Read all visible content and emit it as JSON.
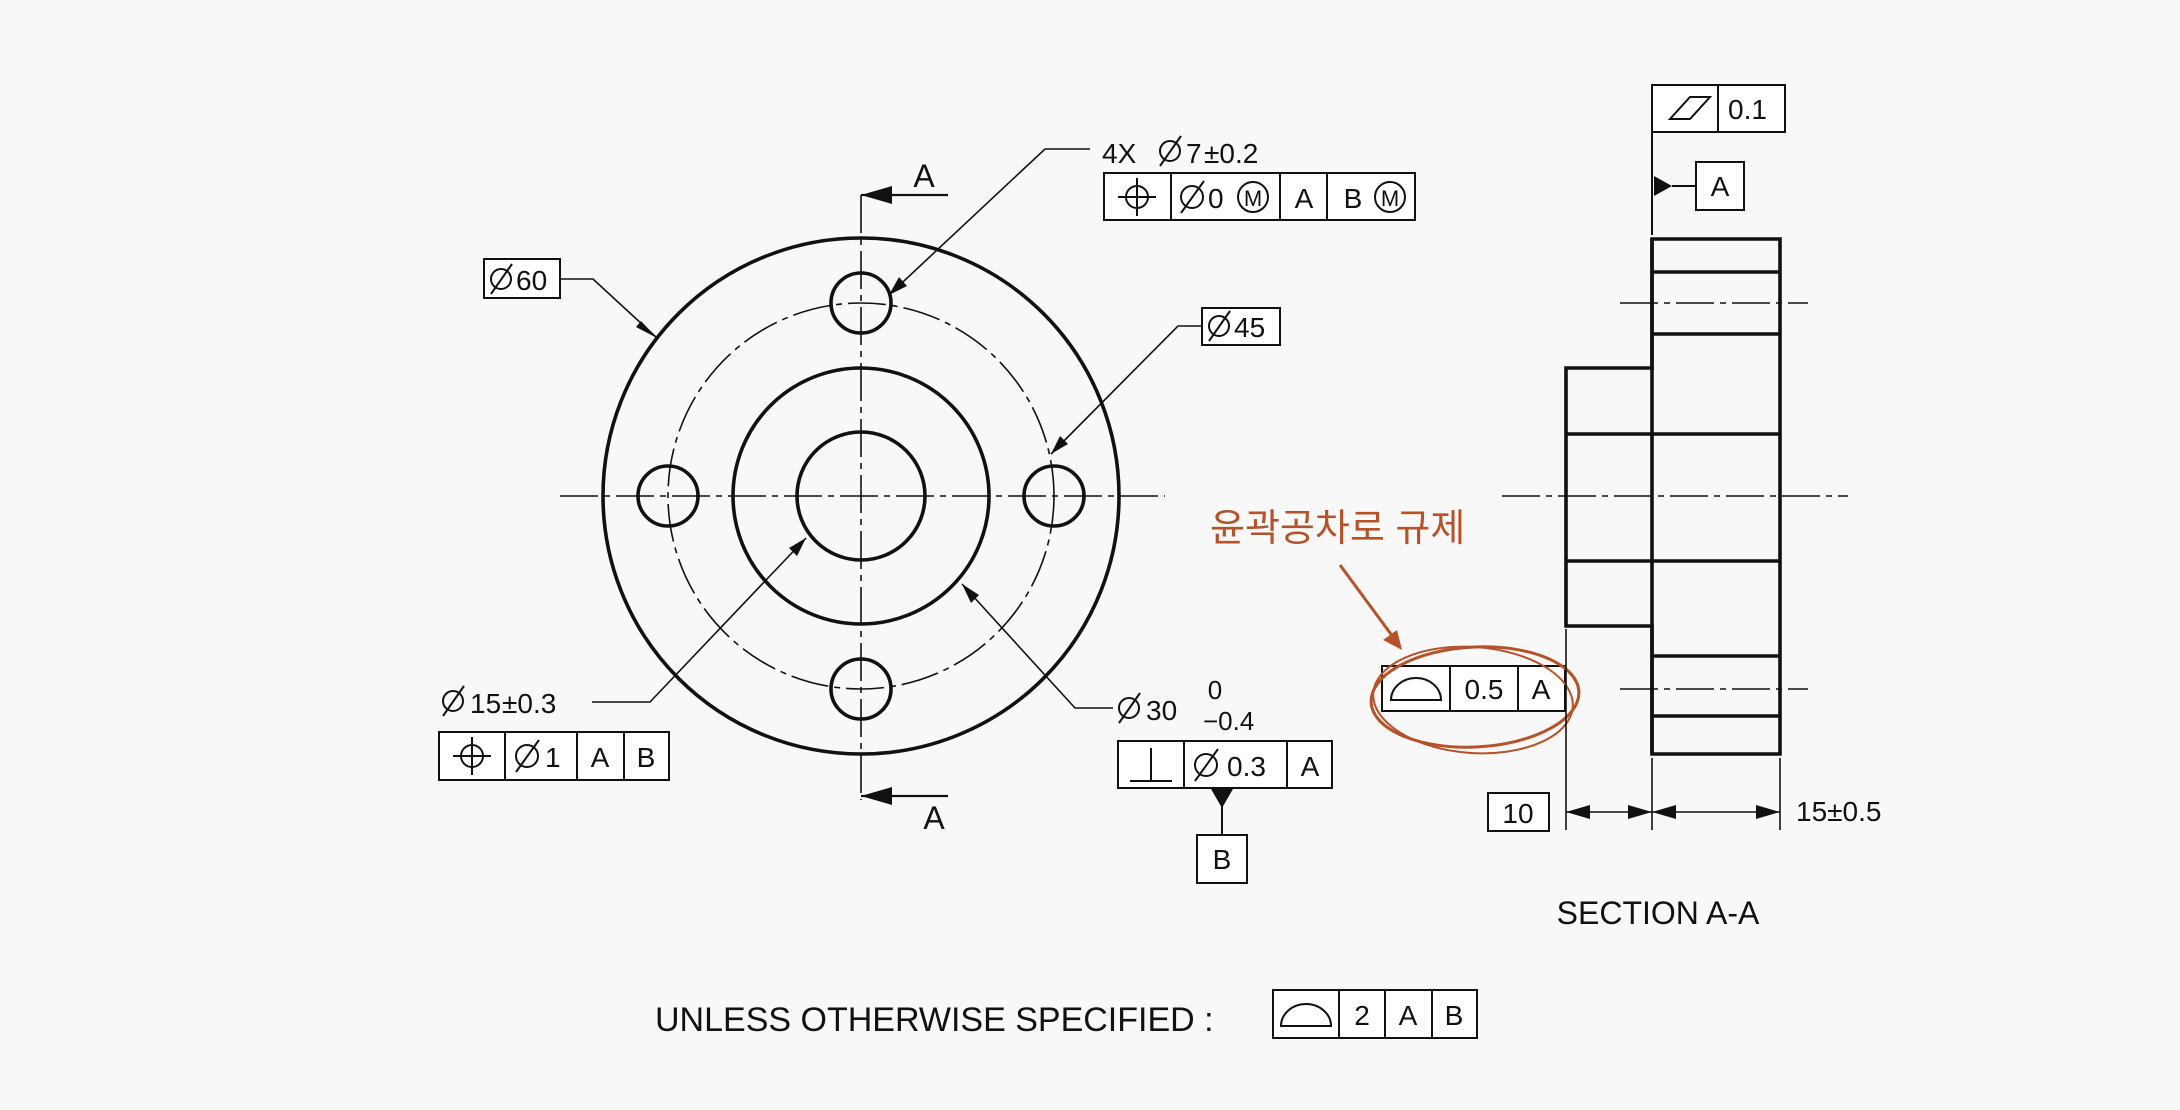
{
  "plan_view": {
    "section_letter_top": "A",
    "section_letter_bottom": "A",
    "od_callout": "60",
    "bolt_circle_callout": "45",
    "holes_callout": {
      "qty": "4X",
      "dia": "7",
      "tol": "±0.2"
    },
    "holes_fcf": {
      "tol": "0",
      "mod_m": "M",
      "datum1": "A",
      "datum2": "B",
      "mod_m2": "M"
    },
    "bore_callout": {
      "dia": "15",
      "tol": "±0.3"
    },
    "bore_fcf": {
      "tol": "1",
      "datum1": "A",
      "datum2": "B"
    },
    "hub_callout": {
      "dia": "30",
      "upper": "0",
      "lower": "−0.4"
    },
    "hub_fcf": {
      "tol": "0.3",
      "datum": "A"
    },
    "datum_b": "B"
  },
  "section_view": {
    "flatness_tol": "0.1",
    "datum_a": "A",
    "profile_fcf": {
      "tol": "0.5",
      "datum": "A"
    },
    "annotation": "윤곽공차로 규제",
    "dim_10": "10",
    "dim_15": "15±0.5",
    "title": "SECTION A-A"
  },
  "general_note": {
    "text": "UNLESS OTHERWISE SPECIFIED :",
    "tol": "2",
    "datum1": "A",
    "datum2": "B"
  },
  "colors": {
    "part_fill": "#d8e7e9",
    "annotation": "#b5522a",
    "line": "#111111",
    "background": "#f8f8f8"
  }
}
